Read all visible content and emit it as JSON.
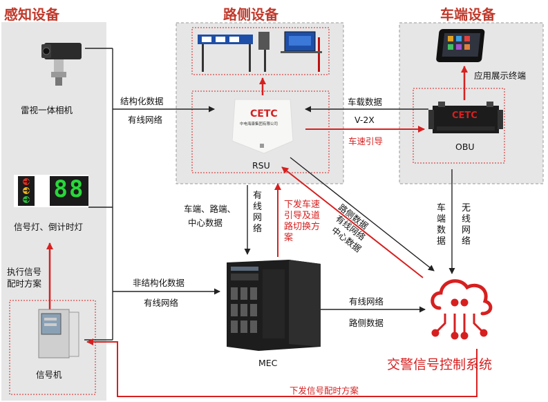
{
  "sections": {
    "perception": "感知设备",
    "roadside": "路侧设备",
    "vehicle": "车端设备"
  },
  "devices": {
    "radar_camera": "雷视一体相机",
    "signal_lights": "信号灯、倒计时灯",
    "signal_machine": "信号机",
    "rsu": "RSU",
    "obu": "OBU",
    "terminal": "应用展示终端",
    "mec": "MEC",
    "tsc_system": "交警信号控制系统"
  },
  "brand": {
    "logo": "CETC",
    "company": "中电海康集团有限公司"
  },
  "countdown_digits": "88",
  "links": {
    "structured_data": "结构化数据",
    "wired_net_1": "有线网络",
    "vehicle_data": "车载数据",
    "v2x": "V-2X",
    "speed_guide": "车速引导",
    "terminal_label": "应用展示终端",
    "vehicle_road_center_1": "车端、路端、",
    "vehicle_road_center_2": "中心数据",
    "wired_net_vertical": "有\n线\n网\n络",
    "issue_speed_plan": "下发车速\n引导及道\n路切换方\n案",
    "roadside_data": "路侧数据",
    "wired_net_diag": "有线网络",
    "center_data": "中心数据",
    "vehicle_data_vertical": "车\n端\n数\n据",
    "wireless_net_vertical": "无\n线\n网\n络",
    "exec_timing_1": "执行信号",
    "exec_timing_2": "配时方案",
    "unstructured_data": "非结构化数据",
    "wired_net_2": "有线网络",
    "wired_net_3": "有线网络",
    "roadside_data_2": "路侧数据",
    "issue_timing_plan": "下发信号配时方案"
  },
  "colors": {
    "accent_red": "#d62020",
    "panel_gray": "#e6e6e6",
    "title_red": "#c0392b"
  }
}
